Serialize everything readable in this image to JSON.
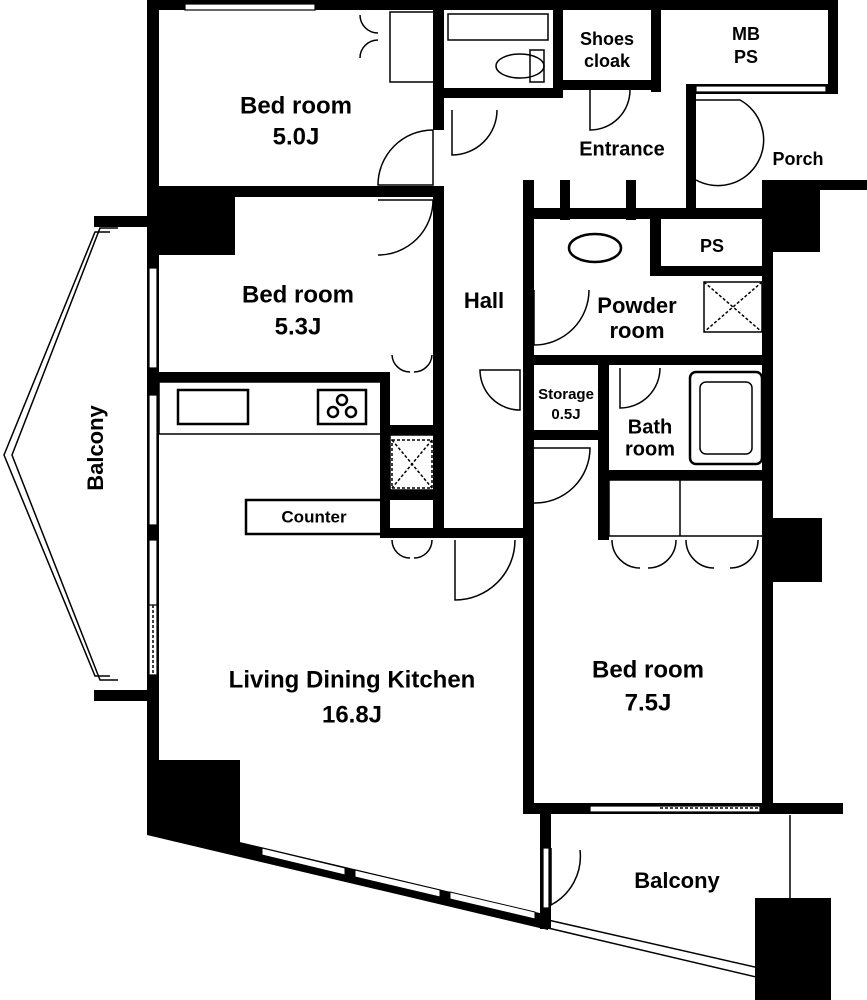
{
  "rooms": {
    "bedroom_a": {
      "name": "Bed room",
      "size": "5.0J"
    },
    "bedroom_b": {
      "name": "Bed room",
      "size": "5.3J"
    },
    "bedroom_c": {
      "name": "Bed room",
      "size": "7.5J"
    },
    "ldk": {
      "name": "Living Dining Kitchen",
      "size": "16.8J"
    },
    "hall": {
      "name": "Hall"
    },
    "entrance": {
      "name": "Entrance"
    },
    "porch": {
      "name": "Porch"
    },
    "shoes_cloak": {
      "line1": "Shoes",
      "line2": "cloak"
    },
    "mb_ps": {
      "line1": "MB",
      "line2": "PS"
    },
    "ps": {
      "name": "PS"
    },
    "powder_room": {
      "line1": "Powder",
      "line2": "room"
    },
    "storage": {
      "line1": "Storage",
      "line2": "0.5J"
    },
    "bath_room": {
      "line1": "Bath",
      "line2": "room"
    },
    "counter": {
      "name": "Counter"
    },
    "balcony_west": {
      "name": "Balcony"
    },
    "balcony_south": {
      "name": "Balcony"
    }
  }
}
